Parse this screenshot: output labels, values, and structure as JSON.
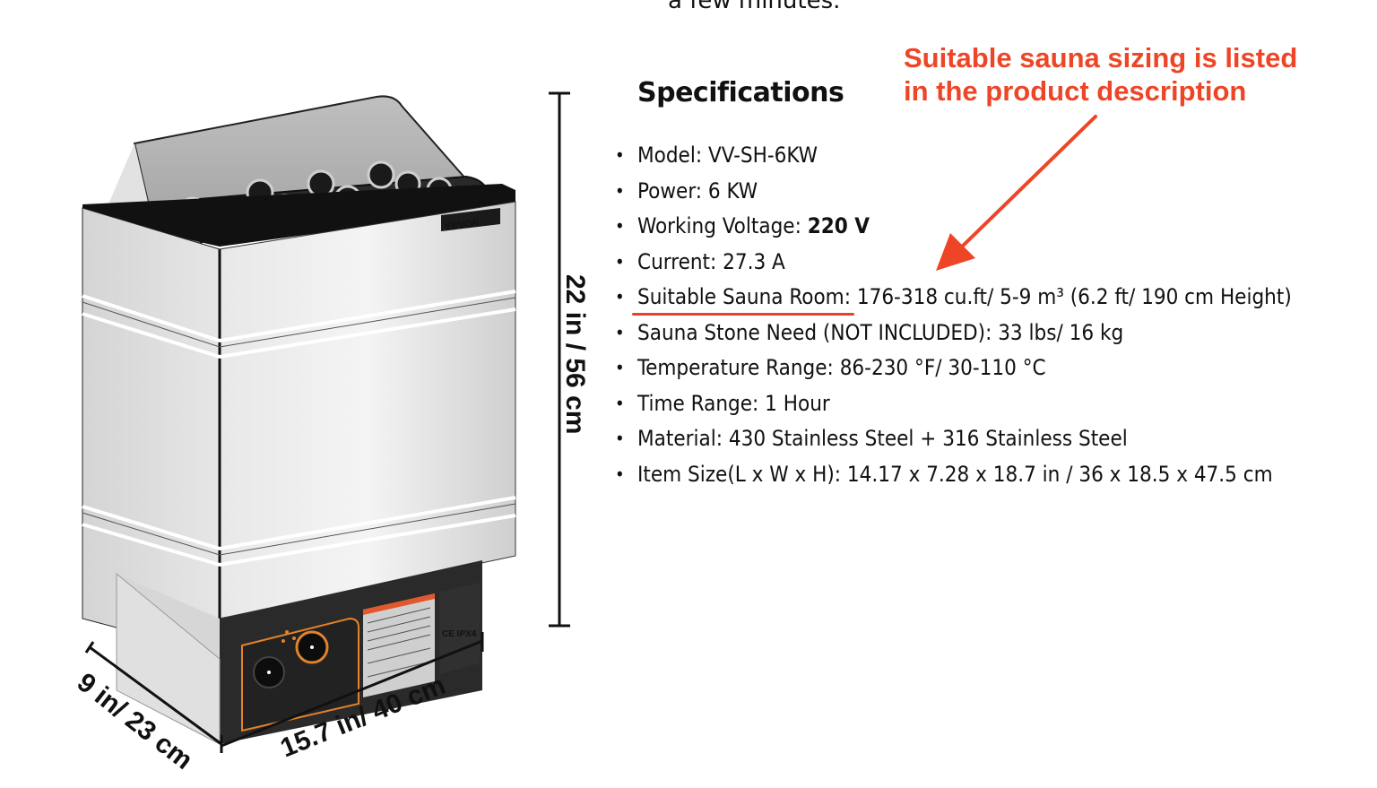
{
  "top_fragment": "a few minutes.",
  "figure": {
    "brand": "VEVOR",
    "height_dim": "22 in / 56 cm",
    "depth_dim": "9 in/ 23 cm",
    "width_dim": "15.7 in/ 40 cm",
    "label_marks": "CE  IPX4",
    "colors": {
      "steel": "#d9d9d9",
      "dark": "#1c1c1c",
      "accent": "#e2832b",
      "brand_bg": "#1a1a1a",
      "brand_fg": "#f3d21b"
    }
  },
  "specs": {
    "heading": "Specifications",
    "items": [
      {
        "key": "Model:",
        "value": " VV-SH-6KW"
      },
      {
        "key": "Power:",
        "value": " 6 KW"
      },
      {
        "key": "Working Voltage:",
        "value_bold": "220 V"
      },
      {
        "key": "Current:",
        "value": " 27.3 A"
      },
      {
        "key": "Suitable Sauna Room:",
        "value": " 176-318 cu.ft/ 5-9 m³ (6.2 ft/ 190 cm Height)",
        "highlight": true
      },
      {
        "key": "Sauna Stone Need (NOT INCLUDED):",
        "value": " 33 lbs/ 16 kg"
      },
      {
        "key": "Temperature Range:",
        "value": " 86-230 °F/ 30-110 °C"
      },
      {
        "key": "Time Range:",
        "value": " 1 Hour"
      },
      {
        "key": "Material:",
        "value": " 430 Stainless Steel + 316 Stainless Steel"
      },
      {
        "key": "Item Size(L x W x H):",
        "value": " 14.17 x 7.28 x 18.7 in / 36 x 18.5 x 47.5 cm"
      }
    ]
  },
  "annotation": {
    "line1": "Suitable sauna sizing is listed",
    "line2": "in the product description",
    "color": "#ee4527"
  }
}
